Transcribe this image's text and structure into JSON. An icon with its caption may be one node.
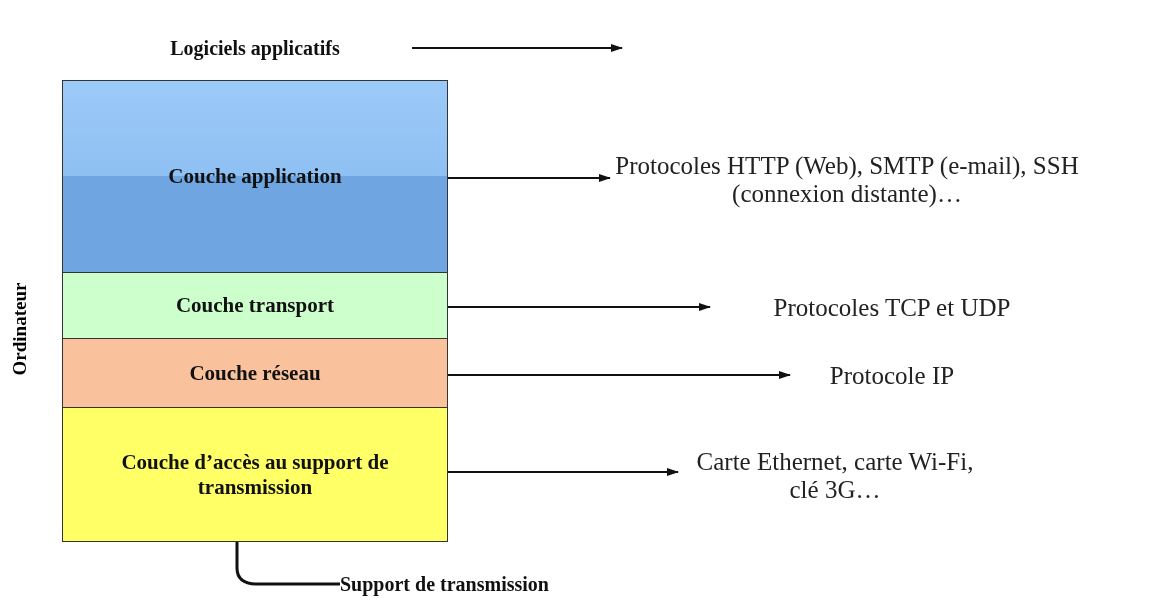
{
  "diagram": {
    "nodes": [
      {
        "text": [
          "Logiciels applicatifs"
        ]
      },
      {
        "text": [
          "Couche application"
        ]
      },
      {
        "text": [
          "Protocoles HTTP (Web), SMTP (e-mail), SSH (connexion distante)…"
        ]
      },
      {
        "text": [
          "Couche transport"
        ]
      },
      {
        "text": [
          "Protocoles TCP et UDP"
        ]
      },
      {
        "text": [
          "Couche réseau"
        ]
      },
      {
        "text": [
          "Protocole IP"
        ]
      },
      {
        "text": [
          "Couche d’accès au support de transmission"
        ]
      },
      {
        "text": [
          "Carte Ethernet, carte Wi-Fi, clé 3G…"
        ]
      },
      {
        "text": [
          "Support de transmission"
        ]
      }
    ],
    "edges": [
      {
        "from": 0,
        "to": null,
        "arrow": "to"
      },
      {
        "from": 1,
        "to": 2,
        "arrow": "to"
      },
      {
        "from": 3,
        "to": 4,
        "arrow": "to"
      },
      {
        "from": 5,
        "to": 6,
        "arrow": "to"
      },
      {
        "from": 7,
        "to": 8,
        "arrow": "to"
      },
      {
        "from": 7,
        "to": 9,
        "arrow": "none"
      }
    ],
    "labels": [
      "Ordinateur"
    ]
  }
}
